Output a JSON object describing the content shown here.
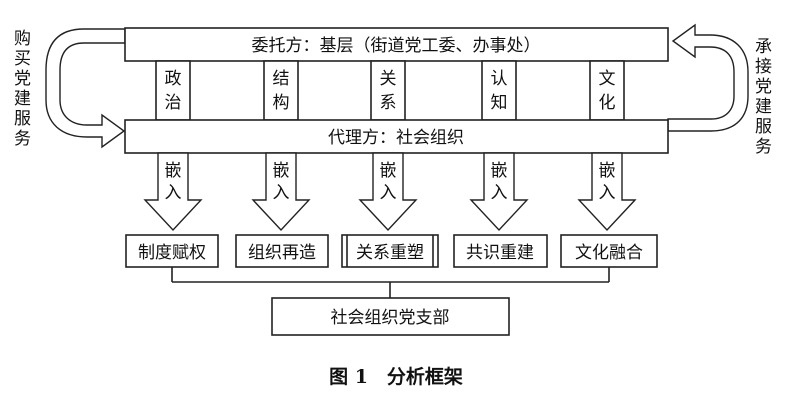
{
  "top_box": "委托方：基层（街道党工委、办事处）",
  "mid_box": "代理方：社会组织",
  "relations": [
    {
      "chars": [
        "政",
        "治"
      ]
    },
    {
      "chars": [
        "结",
        "构"
      ]
    },
    {
      "chars": [
        "关",
        "系"
      ]
    },
    {
      "chars": [
        "认",
        "知"
      ]
    },
    {
      "chars": [
        "文",
        "化"
      ]
    }
  ],
  "embed": [
    "嵌",
    "入"
  ],
  "outcomes": [
    "制度赋权",
    "组织再造",
    "关系重塑",
    "共识重建",
    "文化融合"
  ],
  "bottom_box": "社会组织党支部",
  "left_side": [
    "购",
    "买",
    "党",
    "建",
    "服",
    "务"
  ],
  "right_side": [
    "承",
    "接",
    "党",
    "建",
    "服",
    "务"
  ],
  "caption": "图 1　分析框架"
}
